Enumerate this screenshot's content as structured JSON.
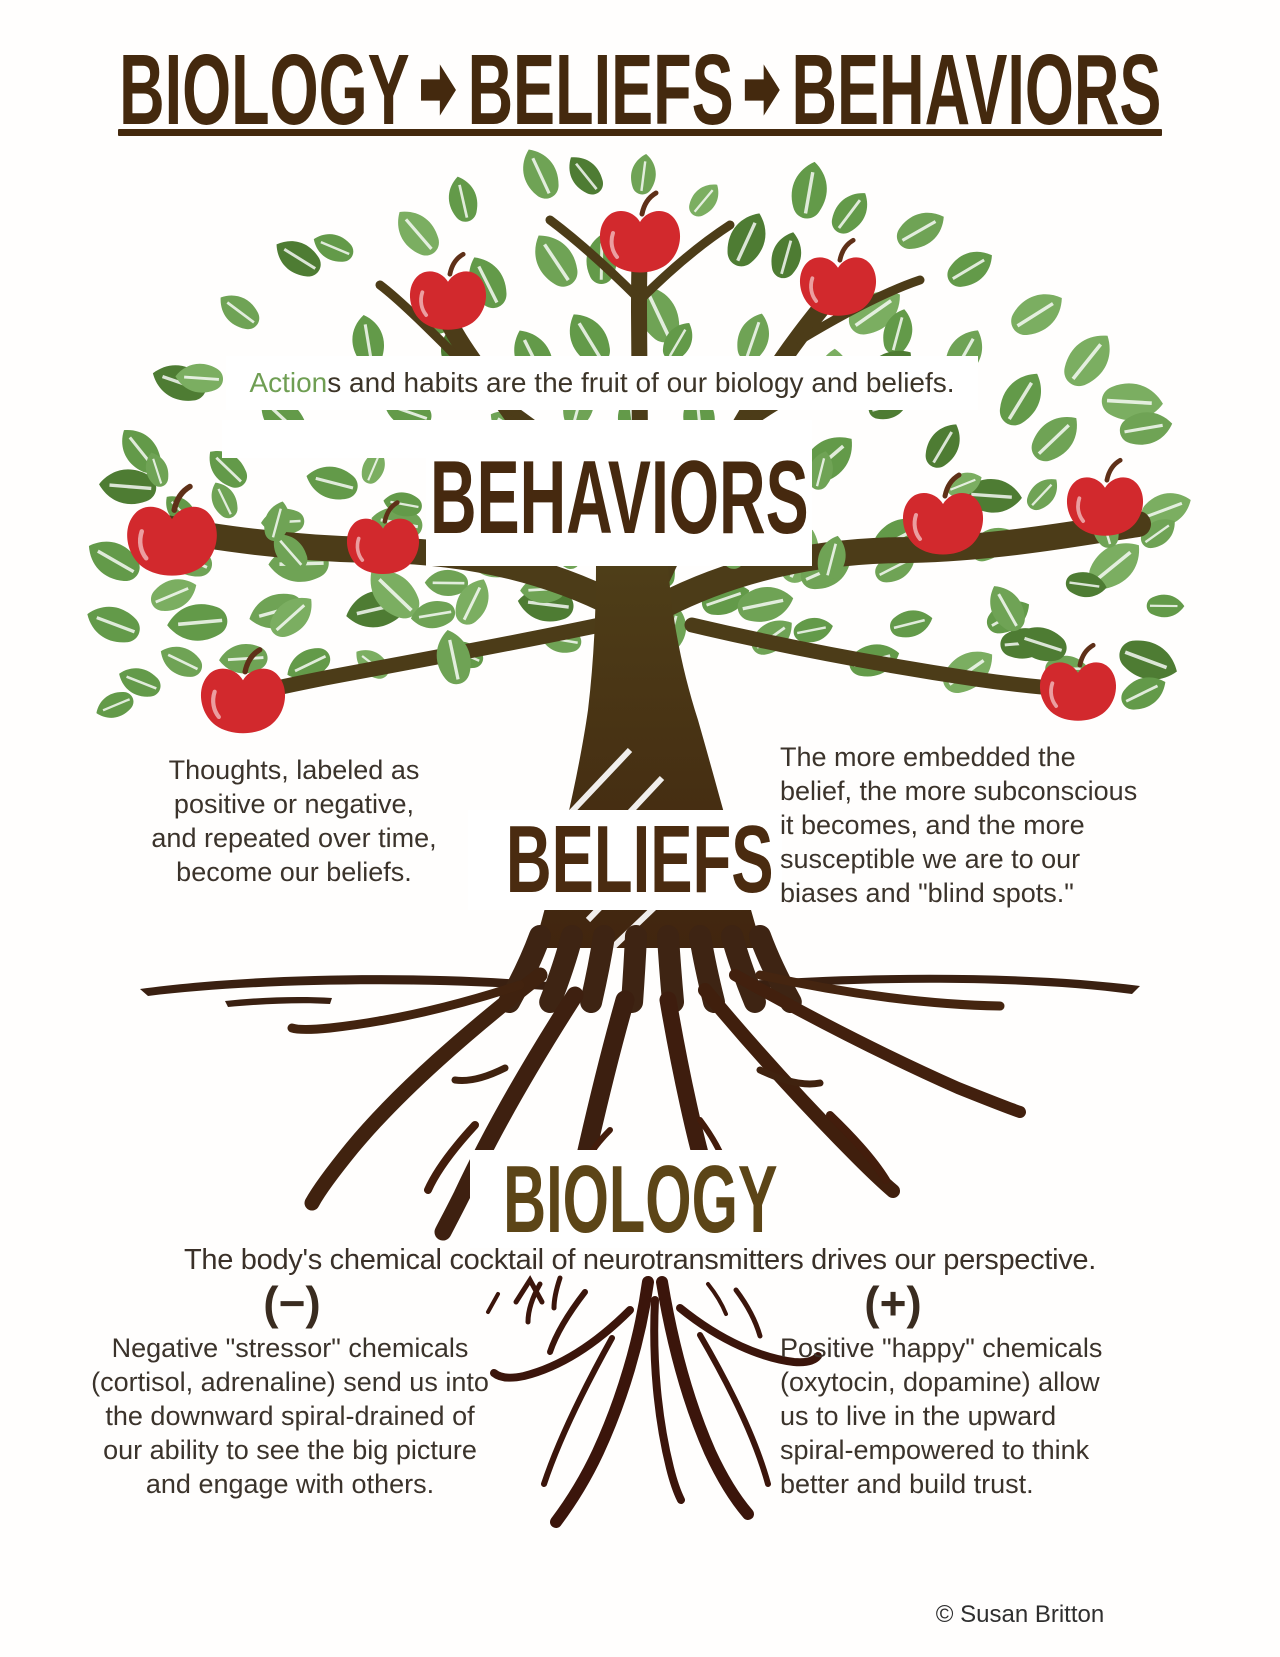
{
  "title": {
    "word1": "BIOLOGY",
    "word2": "BELIEFS",
    "word3": "BEHAVIORS"
  },
  "canopy": {
    "banner_green": "Action",
    "banner_rest": "s and habits are the fruit of our biology and beliefs.",
    "label": "BEHAVIORS"
  },
  "beliefs": {
    "label": "BELIEFS",
    "left_lines": [
      "Thoughts, labeled as",
      "positive or negative,",
      "and repeated over time,",
      "become our beliefs."
    ],
    "right_lines": [
      "The more embedded the",
      "belief, the more subconscious",
      "it becomes, and the more",
      "susceptible we are to our",
      "biases and \"blind spots.\""
    ]
  },
  "biology": {
    "label": "BIOLOGY",
    "subtitle": "The body's chemical cocktail of neurotransmitters drives our perspective.",
    "negative": {
      "symbol": "(−)",
      "lines": [
        "Negative \"stressor\" chemicals",
        "(cortisol, adrenaline) send us into",
        "the downward spiral-drained of",
        "our ability to see the big picture",
        "and engage with others."
      ]
    },
    "positive": {
      "symbol": "(+)",
      "lines": [
        "Positive \"happy\" chemicals",
        "(oxytocin, dopamine) allow",
        "us to live in the upward",
        "spiral-empowered to think",
        "better and build trust."
      ]
    }
  },
  "footer": {
    "copyright": "© Susan Britton"
  },
  "colors": {
    "title_brown": "#44290e",
    "label_brown": "#46290f",
    "biology_olive": "#5c4517",
    "leaf_green": "#6fa355",
    "leaf_dark": "#4e7c33",
    "apple_red": "#d2292d",
    "branch_brown": "#4c3c18",
    "root_brown": "#3e2010",
    "text_dark": "#3b332b",
    "actions_green": "#6f9e53"
  }
}
